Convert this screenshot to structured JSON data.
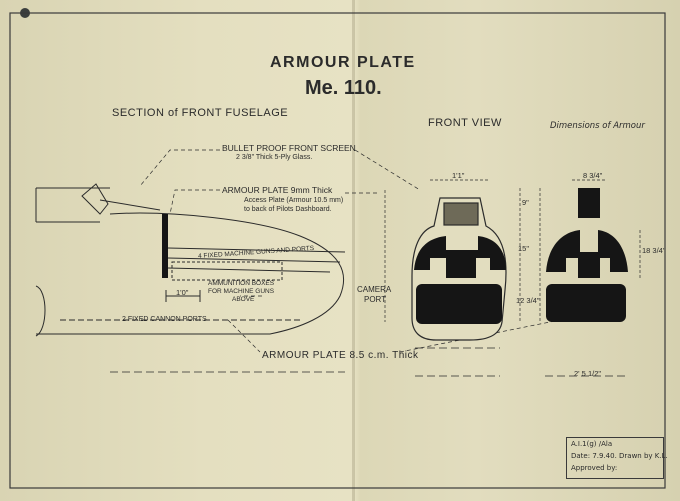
{
  "title": "ARMOUR PLATE",
  "subtitle": "Me. 110.",
  "section_label": "SECTION of FRONT FUSELAGE",
  "front_view_label": "FRONT VIEW",
  "dimensions_label": "Dimensions of Armour",
  "callouts": {
    "bullet_proof_1": "BULLET PROOF FRONT SCREEN",
    "bullet_proof_2": "2 3/8\" Thick 5-Ply Glass.",
    "armour_9mm": "ARMOUR PLATE 9mm Thick",
    "access_1": "Access Plate (Armour 10.5 mm)",
    "access_2": "to back of Pilots Dashboard.",
    "machine_guns": "4 FIXED MACHINE GUNS AND PORTS",
    "ammo_1": "AMMUNITION BOXES",
    "ammo_2": "FOR MACHINE GUNS",
    "ammo_3": "ABOVE",
    "cannon": "2 FIXED CANNON PORTS",
    "camera_1": "CAMERA",
    "camera_2": "PORT",
    "armour_85": "ARMOUR PLATE 8.5 c.m. Thick"
  },
  "dimensions": {
    "d1": "1'1\"",
    "d2": "8 3/4\"",
    "d3": "9\"",
    "d4": "15\"",
    "d5": "12 3/4\"",
    "d6": "18 3/4\"",
    "d7": "1'0\"",
    "d8": "2' 5 1/2\""
  },
  "stamp": {
    "line1": "A.I.1(g) /Ala",
    "line2": "Date: 7.9.40. Drawn by K.L.",
    "line3": "Approved by:"
  },
  "colors": {
    "paper": "#e4dfc0",
    "ink": "#2b2b2b",
    "armour_fill": "#151515"
  }
}
